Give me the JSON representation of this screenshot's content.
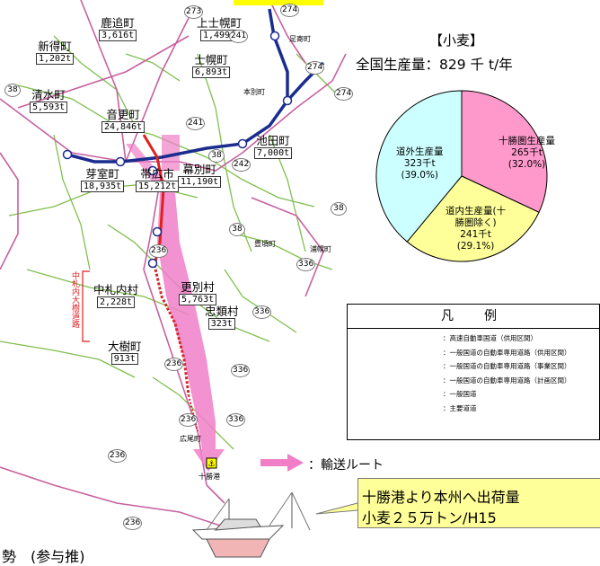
{
  "header": {
    "title": "【小麦】",
    "subtitle": "全国生産量：829 千 t/年"
  },
  "colors": {
    "expressway": "#1a2d8f",
    "road_open": "#e01f1f",
    "road_project": "#d4262b",
    "route_arrow": "#f07fc8",
    "national_road": "#c8609f",
    "main_road": "#7fbf4f",
    "pie_tokachi": "#ff99cc",
    "pie_hokkaido": "#ffff99",
    "pie_outside": "#ccffff",
    "callout": "#ffff99"
  },
  "towns": [
    {
      "name": "鹿追町",
      "value": "3,616t"
    },
    {
      "name": "上士幌町",
      "value": "1,499t"
    },
    {
      "name": "新得町",
      "value": "1,202t"
    },
    {
      "name": "士幌町",
      "value": "6,893t"
    },
    {
      "name": "清水町",
      "value": "5,593t"
    },
    {
      "name": "音更町",
      "value": "24,846t"
    },
    {
      "name": "池田町",
      "value": "7,000t"
    },
    {
      "name": "芽室町",
      "value": "18,935t"
    },
    {
      "name": "帯広市",
      "value": "15,212t"
    },
    {
      "name": "幕別町",
      "value": "11,190t"
    },
    {
      "name": "中札内村",
      "value": "2,228t"
    },
    {
      "name": "更別村",
      "value": "5,763t"
    },
    {
      "name": "忠類村",
      "value": "323t"
    },
    {
      "name": "大樹町",
      "value": "913t"
    }
  ],
  "small_places": [
    "足寄町",
    "本別町",
    "豊頃町",
    "浦幌町",
    "広尾町",
    "十勝港"
  ],
  "road_numbers": [
    "273",
    "274",
    "241",
    "241",
    "274",
    "274",
    "38",
    "38",
    "38",
    "38",
    "242",
    "236",
    "236",
    "236",
    "236",
    "336",
    "336",
    "336",
    "336",
    "236"
  ],
  "road_label": "中札内大樹道路",
  "chart_data": {
    "type": "pie",
    "title": "【小麦】",
    "subtitle": "全国生産量：829 千 t/年",
    "unit": "千t",
    "slices": [
      {
        "label": "十勝圏生産量",
        "value": 265,
        "percent": 32.0,
        "value_text": "265千t",
        "percent_text": "(32.0%)",
        "color": "#ff99cc"
      },
      {
        "label": "道内生産量(十勝圏除く)",
        "label_lines": [
          "道内生産量(十",
          "勝圏除く)"
        ],
        "value": 241,
        "percent": 29.1,
        "value_text": "241千t",
        "percent_text": "(29.1%)",
        "color": "#ffff99"
      },
      {
        "label": "道外生産量",
        "value": 323,
        "percent": 39.0,
        "value_text": "323千t",
        "percent_text": "(39.0%)",
        "color": "#ccffff"
      }
    ]
  },
  "legend": {
    "title": "凡　例",
    "items": [
      {
        "label": "：高速自動車国道（供用区間）",
        "style": "expressway"
      },
      {
        "label": "：一般国道の自動車専用道路（供用区間）",
        "style": "road_open"
      },
      {
        "label": "：一般国道の自動車専用道路（事業区間）",
        "style": "road_project"
      },
      {
        "label": "：一般国道の自動車専用道路（計画区間）",
        "style": "road_plan"
      },
      {
        "label": "：一般国道",
        "style": "national_road"
      },
      {
        "label": "：主要道道",
        "style": "main_road"
      }
    ]
  },
  "route": {
    "label": "：輸送ルート"
  },
  "callout": {
    "line1": "十勝港より本州へ出荷量",
    "line2": "小麦２５万トン/H15"
  },
  "bottom_text": "勢　(参与推)"
}
